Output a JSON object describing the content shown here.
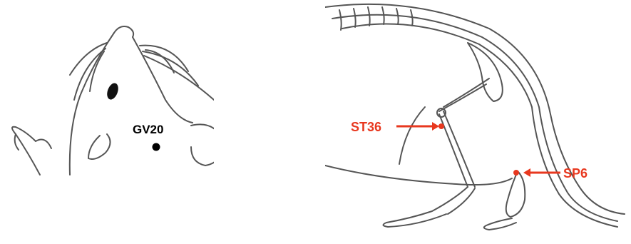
{
  "points": {
    "gv20": {
      "label": "GV20"
    },
    "st36": {
      "label": "ST36"
    },
    "sp6": {
      "label": "SP6"
    }
  },
  "colors": {
    "line": "#444444",
    "marker_black": "#000000",
    "marker_red": "#e8381f"
  }
}
